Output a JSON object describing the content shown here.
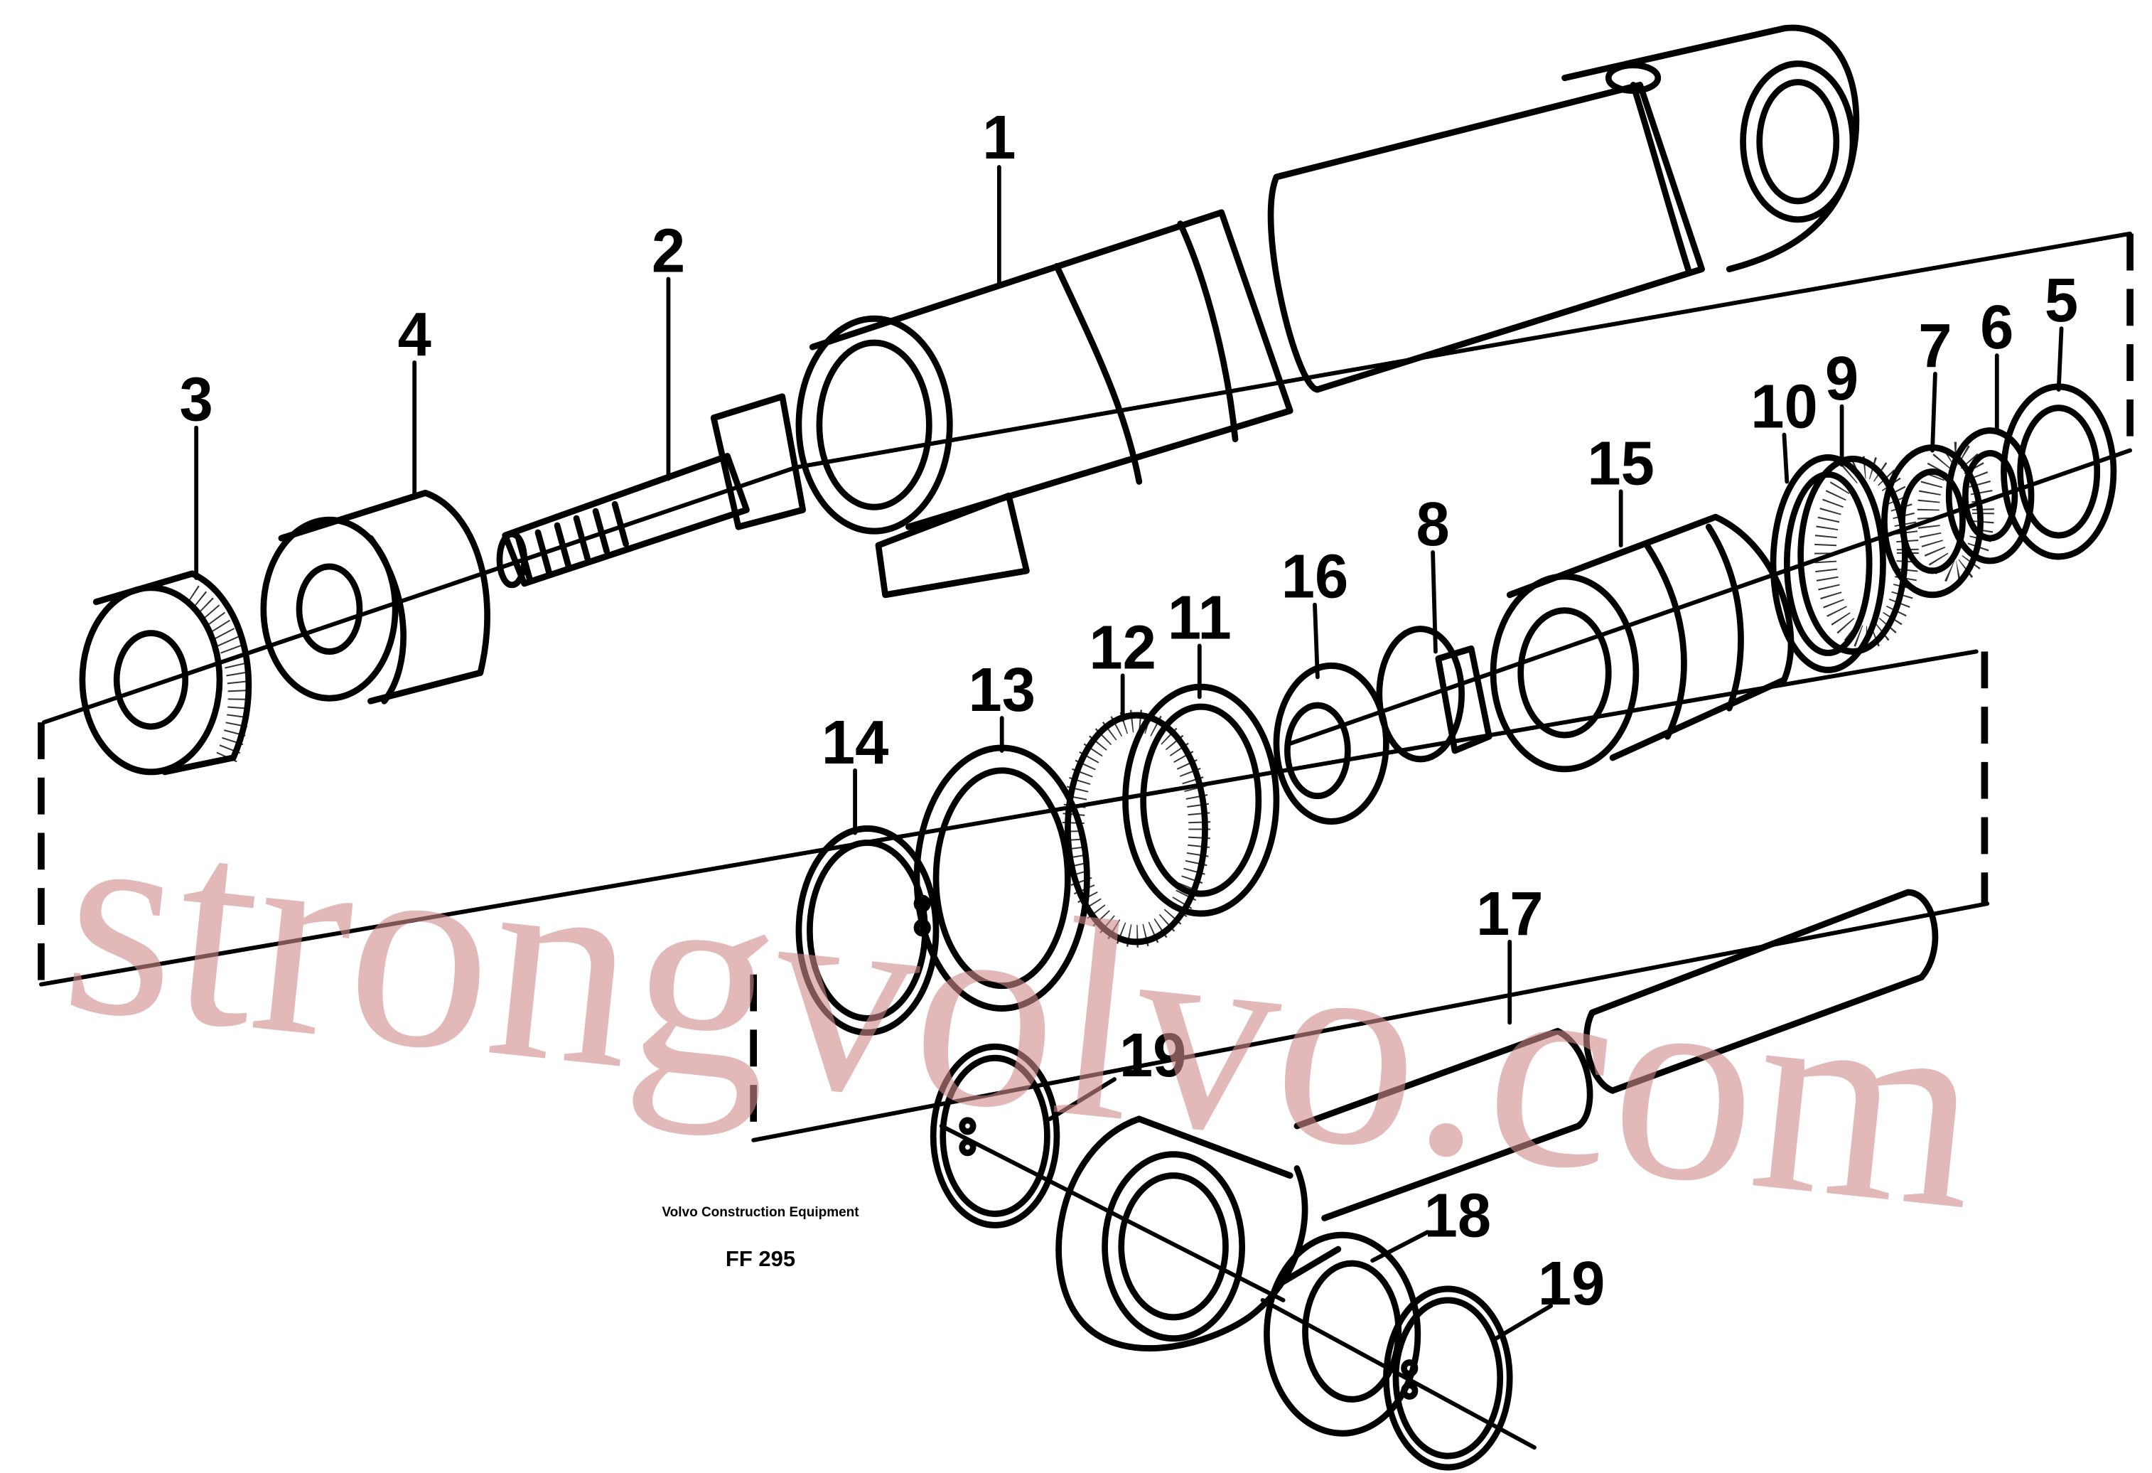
{
  "diagram": {
    "callouts": [
      "1",
      "2",
      "3",
      "4",
      "5",
      "6",
      "7",
      "8",
      "9",
      "10",
      "11",
      "12",
      "13",
      "14",
      "15",
      "16",
      "17",
      "18",
      "19",
      "19"
    ],
    "caption_company": "Volvo Construction Equipment",
    "caption_code": "FF 295",
    "watermark": "strongvolvo.com"
  }
}
